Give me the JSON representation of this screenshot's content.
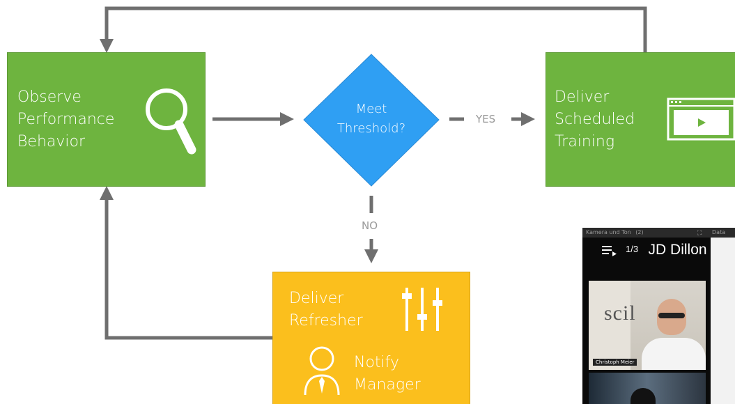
{
  "diagram": {
    "observe": {
      "lines": [
        "Observe",
        "Performance",
        "Behavior"
      ],
      "color": "#6eb43f",
      "icon": "magnifier-icon"
    },
    "decision": {
      "lines": [
        "Meet",
        "Threshold?"
      ],
      "color": "#2f9ff3"
    },
    "scheduled": {
      "lines": [
        "Deliver",
        "Scheduled",
        "Training"
      ],
      "color": "#6eb43f",
      "icon": "video-player-icon"
    },
    "refresher": {
      "lines": [
        "Deliver",
        "Refresher"
      ],
      "color": "#fbbf1d",
      "icon": "sliders-icon"
    },
    "notify": {
      "lines": [
        "Notify",
        "Manager"
      ],
      "icon": "manager-icon"
    },
    "yes_label": "YES",
    "no_label": "NO",
    "connector_color": "#6f6f6f"
  },
  "video_overlay": {
    "header_left": "Kamera und Ton",
    "header_count": "(2)",
    "header_right": "Data",
    "playlist_icon": "playlist-icon",
    "counter": "1/3",
    "title": "JD Dillon C",
    "wall_sign": "scil",
    "participant_name": "Christoph Meier"
  }
}
